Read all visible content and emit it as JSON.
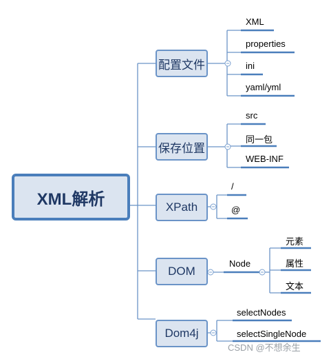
{
  "root": {
    "label": "XML解析"
  },
  "branches": [
    {
      "label": "配置文件",
      "children": [
        "XML",
        "properties",
        "ini",
        "yaml/yml"
      ]
    },
    {
      "label": "保存位置",
      "children": [
        "src",
        "同一包",
        "WEB-INF"
      ]
    },
    {
      "label": "XPath",
      "children": [
        "/",
        "@"
      ]
    },
    {
      "label": "DOM",
      "children": [
        "Node"
      ],
      "grandchildren": [
        "元素",
        "属性",
        "文本"
      ]
    },
    {
      "label": "Dom4j",
      "children": [
        "selectNodes",
        "selectSingleNode"
      ]
    }
  ],
  "watermark": "CSDN @不想余生",
  "colors": {
    "node_fill": "#dbe4f0",
    "node_border": "#4a7ebb",
    "connector": "#6a93c7",
    "leaf_underline": "#4a7ebb"
  }
}
